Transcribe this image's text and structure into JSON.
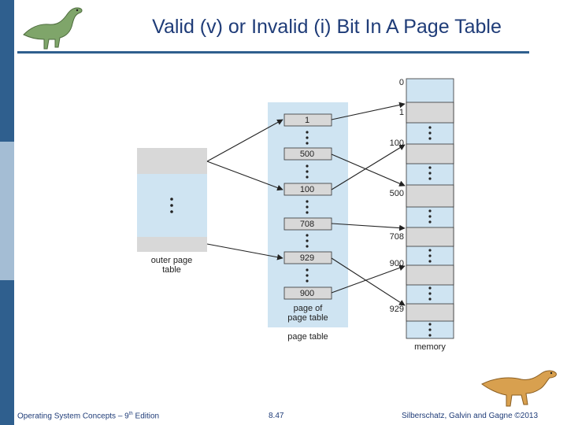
{
  "title": "Valid (v) or Invalid (i) Bit In A Page Table",
  "footer": {
    "left_prefix": "Operating System Concepts – 9",
    "left_sup": "th",
    "left_suffix": " Edition",
    "center": "8.47",
    "right": "Silberschatz, Galvin and Gagne ©2013"
  },
  "diagram": {
    "outer_label_1": "outer page",
    "outer_label_2": "table",
    "inner_entries": [
      "1",
      "500",
      "100",
      "708",
      "929",
      "900"
    ],
    "page_of_label_1": "page of",
    "page_of_label_2": "page table",
    "page_table_label": "page table",
    "memory_labels": [
      "0",
      "1",
      "100",
      "500",
      "708",
      "900",
      "929"
    ],
    "memory_label": "memory"
  },
  "colors": {
    "accent": "#2f5f8e",
    "title": "#1f3c78",
    "table_fill": "#cfe4f2",
    "band_fill": "#d8d8d8"
  }
}
